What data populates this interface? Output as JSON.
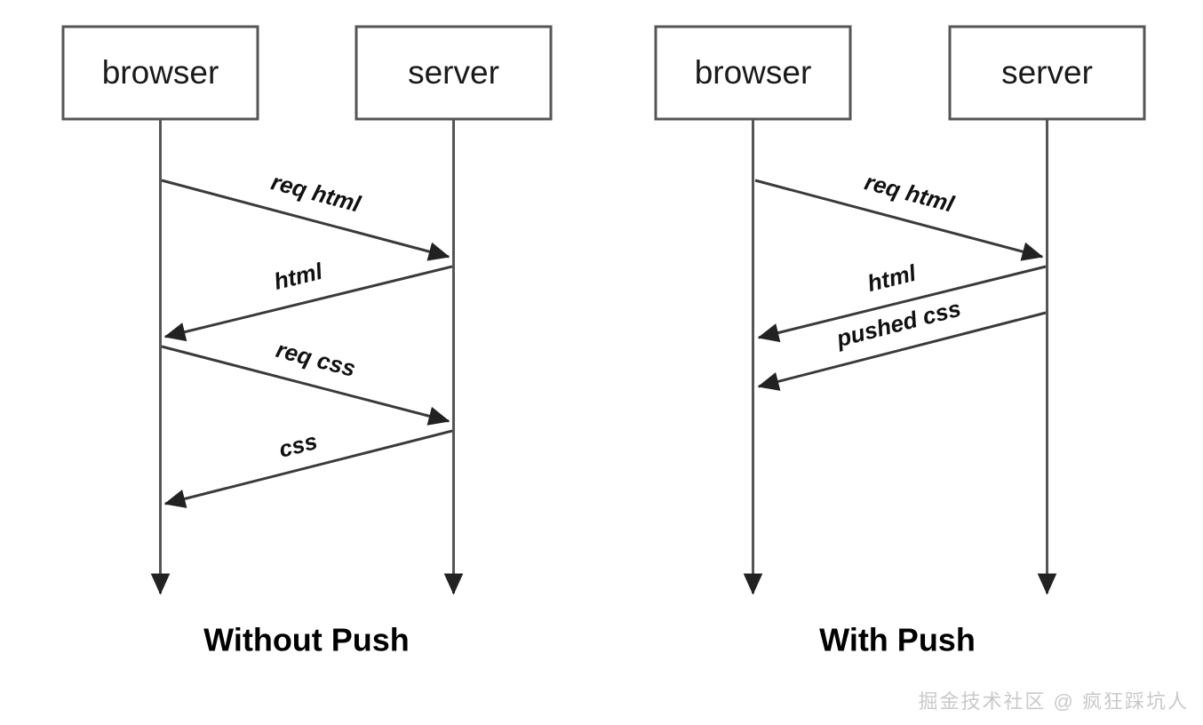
{
  "diagram": {
    "type": "sequence-diagram",
    "title_left": "Without Push",
    "title_right": "With Push",
    "colors": {
      "background": "#ffffff",
      "box_border": "#555555",
      "box_fill": "#ffffff",
      "line": "#3a3a3a",
      "text": "#111111",
      "watermark": "#c9c9c9"
    },
    "panels": [
      {
        "id": "without-push",
        "caption": "Without Push",
        "participants": [
          {
            "id": "browser",
            "label": "browser"
          },
          {
            "id": "server",
            "label": "server"
          }
        ],
        "messages": [
          {
            "index": 1,
            "label": "req html",
            "from": "browser",
            "to": "server"
          },
          {
            "index": 2,
            "label": "html",
            "from": "server",
            "to": "browser"
          },
          {
            "index": 3,
            "label": "req css",
            "from": "browser",
            "to": "server"
          },
          {
            "index": 4,
            "label": "css",
            "from": "server",
            "to": "browser"
          }
        ]
      },
      {
        "id": "with-push",
        "caption": "With Push",
        "participants": [
          {
            "id": "browser",
            "label": "browser"
          },
          {
            "id": "server",
            "label": "server"
          }
        ],
        "messages": [
          {
            "index": 1,
            "label": "req html",
            "from": "browser",
            "to": "server"
          },
          {
            "index": 2,
            "label": "html",
            "from": "server",
            "to": "browser"
          },
          {
            "index": 3,
            "label": "pushed css",
            "from": "server",
            "to": "browser"
          }
        ]
      }
    ]
  },
  "watermark": {
    "text": "掘金技术社区 @ 疯狂踩坑人"
  }
}
